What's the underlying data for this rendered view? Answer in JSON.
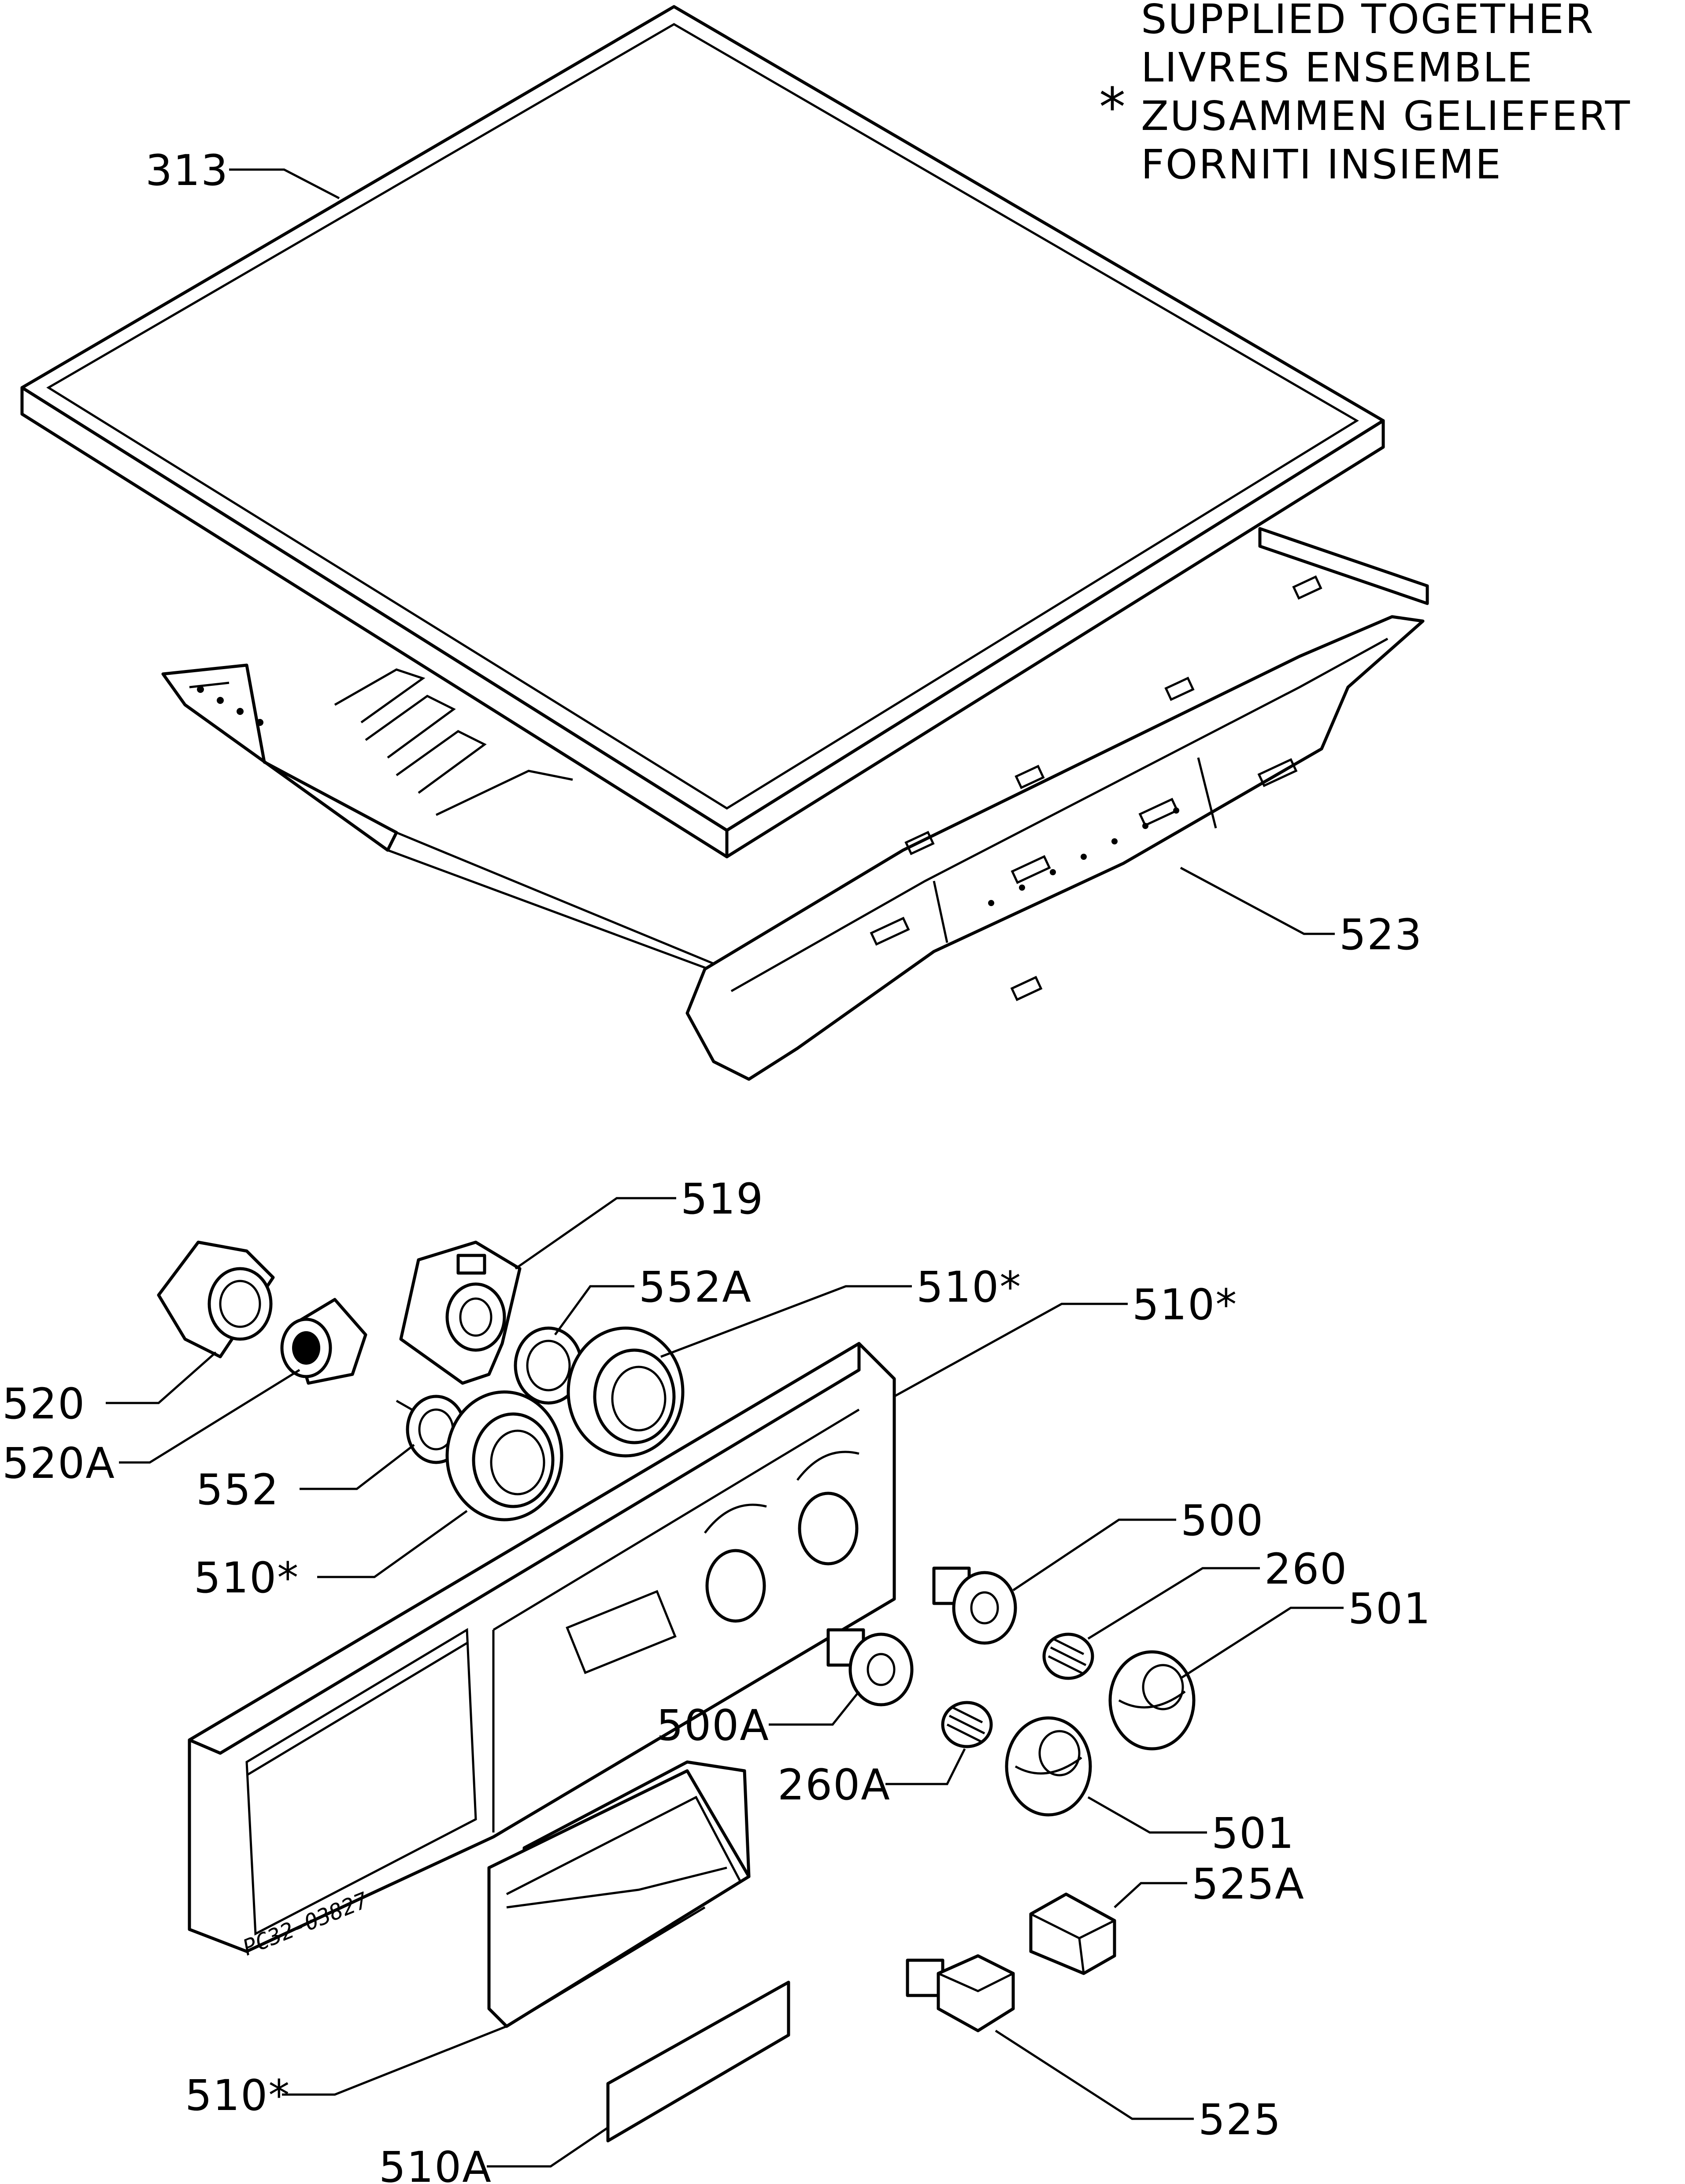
{
  "note": {
    "symbol": "*",
    "lines": [
      "SUPPLIED TOGETHER",
      "LIVRES ENSEMBLE",
      "ZUSAMMEN GELIEFERT",
      "FORNITI INSIEME"
    ]
  },
  "drawing_code": "PC32-03827",
  "labels": {
    "p313": "313",
    "p523": "523",
    "p519": "519",
    "p552A": "552A",
    "p510_knob_upper": "510*",
    "p510_panel": "510*",
    "p520": "520",
    "p520A": "520A",
    "p552": "552",
    "p510_knob_lower": "510*",
    "p500": "500",
    "p260": "260",
    "p501_upper": "501",
    "p500A": "500A",
    "p260A": "260A",
    "p501_lower": "501",
    "p525A": "525A",
    "p510_drawer": "510*",
    "p525": "525",
    "p510A": "510A"
  }
}
